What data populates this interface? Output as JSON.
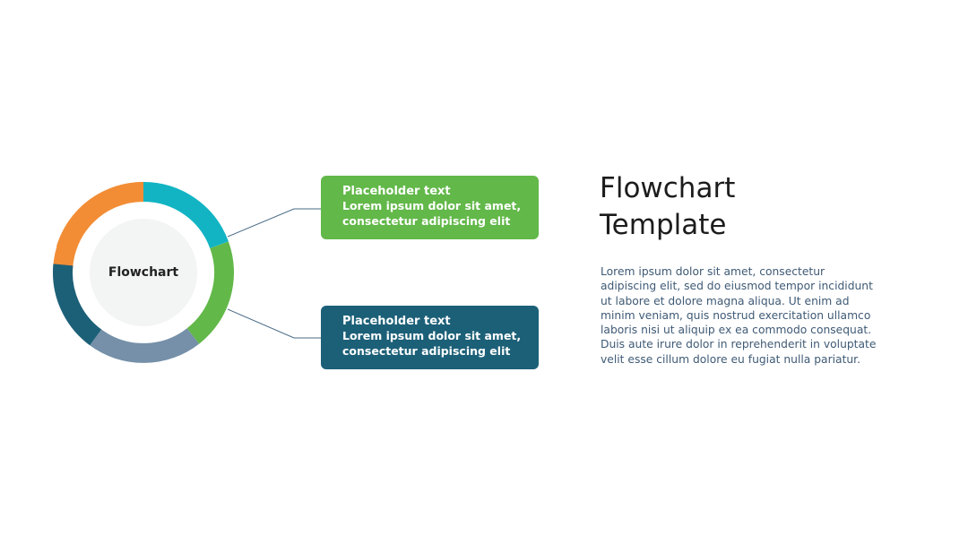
{
  "diagram": {
    "center_label": "Flowchart",
    "ring_colors": {
      "orange": "#f28d35",
      "cyan": "#12b4c3",
      "green": "#62b849",
      "slate": "#7590a8",
      "navy": "#1c6078"
    },
    "connector_color": "#4a6b86",
    "inner_fill": "#f3f4f4"
  },
  "boxes": [
    {
      "title": "Placeholder text",
      "line1": "Lorem ipsum dolor sit amet,",
      "line2": "consectetur adipiscing elit",
      "color": "#62b849"
    },
    {
      "title": "Placeholder text",
      "line1": "Lorem ipsum dolor sit amet,",
      "line2": "consectetur adipiscing elit",
      "color": "#1c6078"
    }
  ],
  "heading": {
    "line1": "Flowchart",
    "line2": "Template"
  },
  "body_text": {
    "lines": [
      "Lorem ipsum dolor sit amet, consectetur",
      "adipiscing elit, sed do eiusmod tempor incididunt",
      "ut labore et dolore magna aliqua. Ut enim ad",
      "minim veniam, quis nostrud exercitation ullamco",
      "laboris nisi ut aliquip ex ea commodo consequat.",
      "Duis aute irure dolor in reprehenderit in voluptate",
      "velit esse cillum dolore eu fugiat nulla pariatur."
    ]
  }
}
